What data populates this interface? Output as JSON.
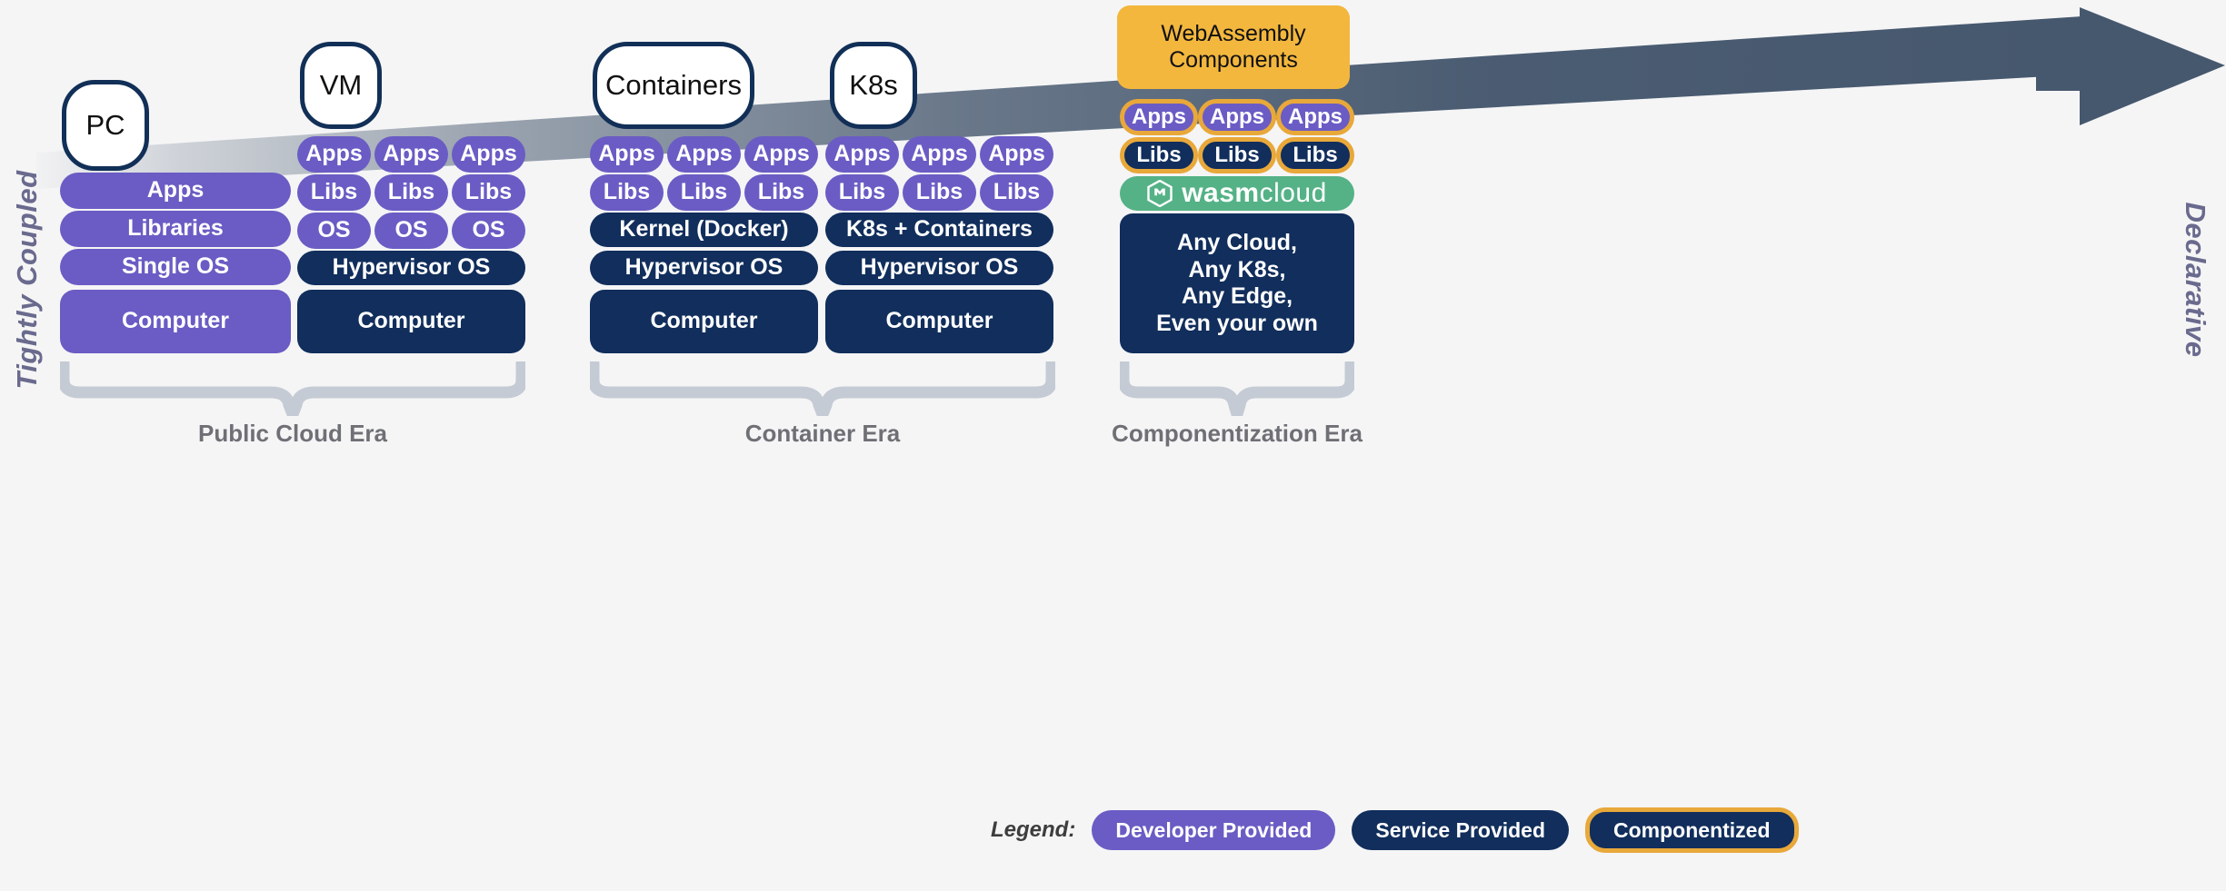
{
  "axis": {
    "left_label": "Tightly Coupled",
    "right_label": "Declarative"
  },
  "timeline_nodes": [
    {
      "id": "pc",
      "label": "PC"
    },
    {
      "id": "vm",
      "label": "VM"
    },
    {
      "id": "containers",
      "label": "Containers"
    },
    {
      "id": "k8s",
      "label": "K8s"
    }
  ],
  "wasm_pill": {
    "label": "WebAssembly\nComponents"
  },
  "eras": [
    {
      "id": "public-cloud",
      "label": "Public Cloud Era"
    },
    {
      "id": "container",
      "label": "Container Era"
    },
    {
      "id": "componentization",
      "label": "Componentization Era"
    }
  ],
  "stacks": {
    "pc": {
      "layers": [
        {
          "label": "Apps",
          "kind": "developer"
        },
        {
          "label": "Libraries",
          "kind": "developer"
        },
        {
          "label": "Single OS",
          "kind": "developer"
        },
        {
          "label": "Computer",
          "kind": "developer"
        }
      ]
    },
    "vm": {
      "guests": [
        {
          "rows": [
            "Apps",
            "Libs",
            "OS"
          ]
        },
        {
          "rows": [
            "Apps",
            "Libs",
            "OS"
          ]
        },
        {
          "rows": [
            "Apps",
            "Libs",
            "OS"
          ]
        }
      ],
      "base": [
        {
          "label": "Hypervisor OS",
          "kind": "service"
        },
        {
          "label": "Computer",
          "kind": "service"
        }
      ]
    },
    "containers": {
      "guests": [
        {
          "rows": [
            "Apps",
            "Libs"
          ]
        },
        {
          "rows": [
            "Apps",
            "Libs"
          ]
        },
        {
          "rows": [
            "Apps",
            "Libs"
          ]
        }
      ],
      "base": [
        {
          "label": "Kernel (Docker)",
          "kind": "service"
        },
        {
          "label": "Hypervisor OS",
          "kind": "service"
        },
        {
          "label": "Computer",
          "kind": "service"
        }
      ]
    },
    "k8s": {
      "guests": [
        {
          "rows": [
            "Apps",
            "Libs"
          ]
        },
        {
          "rows": [
            "Apps",
            "Libs"
          ]
        },
        {
          "rows": [
            "Apps",
            "Libs"
          ]
        }
      ],
      "base": [
        {
          "label": "K8s + Containers",
          "kind": "service"
        },
        {
          "label": "Hypervisor OS",
          "kind": "service"
        },
        {
          "label": "Computer",
          "kind": "service"
        }
      ]
    },
    "wasm": {
      "components": [
        {
          "apps": "Apps",
          "libs": "Libs"
        },
        {
          "apps": "Apps",
          "libs": "Libs"
        },
        {
          "apps": "Apps",
          "libs": "Libs"
        }
      ],
      "runtime": {
        "brand_bold": "wasm",
        "brand_light": "cloud",
        "icon": "wasmcloud-hex-icon"
      },
      "platform": {
        "label": "Any Cloud,\nAny K8s,\nAny Edge,\nEven your own",
        "kind": "service"
      }
    }
  },
  "legend": {
    "title": "Legend:",
    "items": [
      {
        "label": "Developer Provided",
        "kind": "developer"
      },
      {
        "label": "Service Provided",
        "kind": "service"
      },
      {
        "label": "Componentized",
        "kind": "componentized"
      }
    ]
  },
  "colors": {
    "background": "#f5f5f6",
    "developer_purple": "#6a5cc4",
    "service_navy": "#112e5c",
    "componentized_orange": "#e8a83a",
    "wasm_pill_orange": "#f3b73e",
    "wasmcloud_green": "#54b286",
    "arrow_slate": "#46586e",
    "brace_grey": "#c5cbd4",
    "era_label_grey": "#6f7076",
    "axis_label_purple": "#6a6a8e"
  }
}
